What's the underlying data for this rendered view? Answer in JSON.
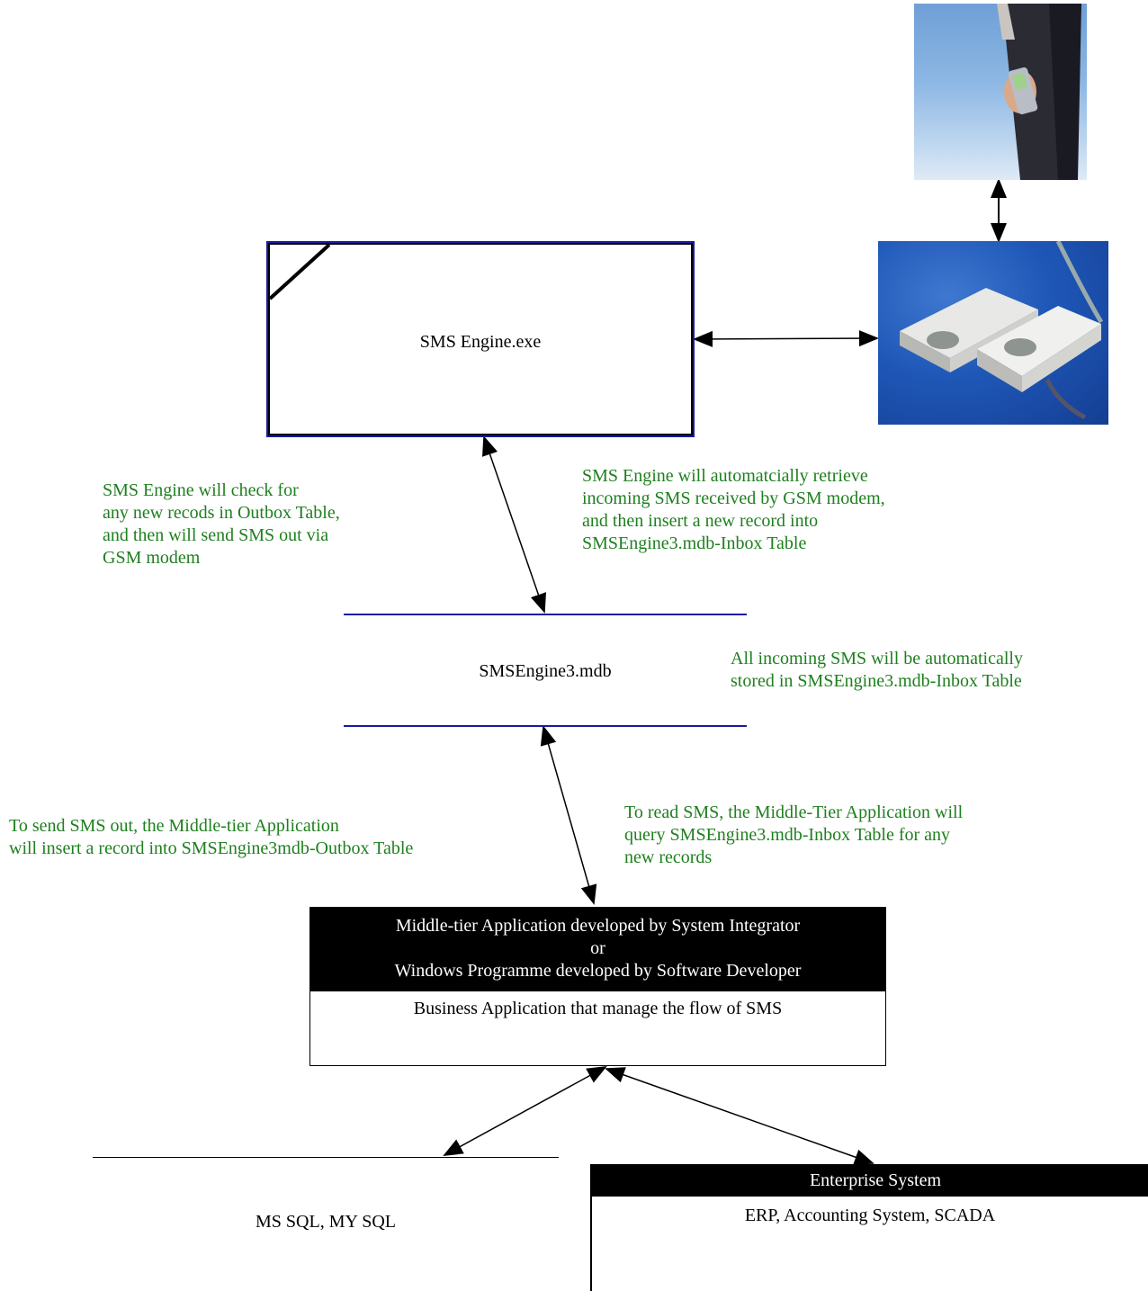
{
  "engine": {
    "label": "SMS Engine.exe"
  },
  "database": {
    "label": "SMSEngine3.mdb"
  },
  "notes": {
    "engine_outbox": "SMS Engine will check for\nany new recods in Outbox Table,\nand then will send SMS out via\nGSM modem",
    "engine_inbox": "SMS Engine will automatcially retrieve\nincoming SMS received by GSM modem,\nand then insert a new record into\nSMSEngine3.mdb-Inbox Table",
    "incoming_stored": "All incoming SMS will be automatically\nstored in SMSEngine3.mdb-Inbox Table",
    "send_sms": "To send SMS out, the Middle-tier Application\nwill insert a record into SMSEngine3mdb-Outbox Table",
    "read_sms": "To read SMS, the Middle-Tier Application will\nquery SMSEngine3.mdb-Inbox Table for any\nnew records"
  },
  "middle_tier": {
    "header": "Middle-tier Application developed by System Integrator\nor\nWindows Programme developed by Software Developer",
    "body": "Business Application that manage the flow of SMS"
  },
  "sql_db": {
    "label": "MS SQL, MY SQL"
  },
  "enterprise": {
    "header": "Enterprise System",
    "body": "ERP, Accounting System, SCADA"
  },
  "colors": {
    "note_text": "#1e7f1e",
    "db_line": "#1a1aa0",
    "header_fill": "#000000"
  },
  "images": {
    "phone_photo": "person-holding-phone-photo",
    "modem_photo": "gsm-modem-photo"
  }
}
